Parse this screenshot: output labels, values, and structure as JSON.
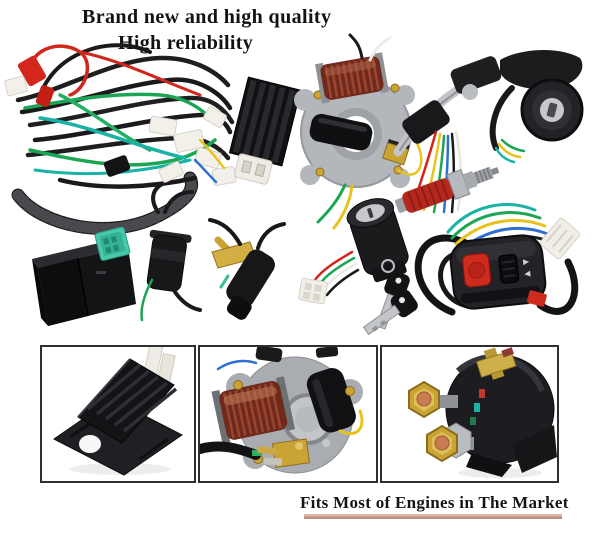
{
  "header": {
    "line1": "Brand new and high quality",
    "line2": "High reliability"
  },
  "footer": {
    "caption": "Fits Most of Engines in The Market"
  },
  "components": {
    "top_row": [
      "wiring-harness",
      "voltage-regulator-rectifier",
      "magneto-stator-plate",
      "brake-lever-switch",
      "ignition-key-switch",
      "spark-plug"
    ],
    "middle_row": [
      "cdi-box",
      "ignition-coil",
      "ignition-coil-with-bracket",
      "key-barrel-switch-with-keys",
      "handlebar-kill-switch"
    ],
    "detail_panels": [
      "voltage-regulator-closeup",
      "stator-plate-closeup",
      "starter-solenoid-relay-closeup"
    ]
  },
  "colors": {
    "text": "#121212",
    "panel_border": "#2f2f2f",
    "underline_top": "#dcb6a8",
    "underline_bottom": "#b98e7e",
    "wire_red": "#d0271c",
    "wire_green": "#1da556",
    "wire_teal": "#19b3a6",
    "wire_yellow": "#e8c31f",
    "wire_blue": "#2f6fd0",
    "copper_coil": "#6f2a1c",
    "brass": "#c9a435",
    "connector_white": "#f2efe9",
    "part_black": "#17171a",
    "metal_silver": "#b3b6ba",
    "accent_red": "#cf2a1e",
    "cdi_connector_teal": "#49c9ab"
  }
}
